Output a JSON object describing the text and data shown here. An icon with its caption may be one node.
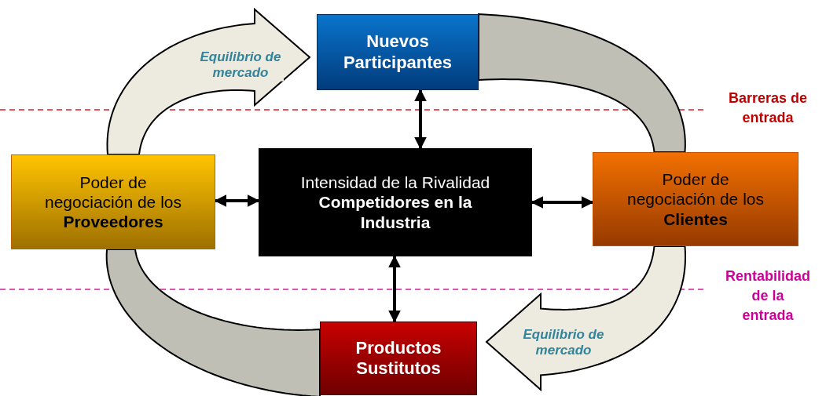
{
  "diagram": {
    "nodes": [
      {
        "text": [
          "Nuevos Participantes"
        ]
      },
      {
        "text": [
          "Poder de negociación de los **Proveedores**"
        ]
      },
      {
        "text": [
          "Intensidad de la Rivalidad",
          "Competidores en la Industria"
        ]
      },
      {
        "text": [
          "Poder de negociación de los **Clientes**"
        ]
      },
      {
        "text": [
          "Productos Sustitutos"
        ]
      }
    ],
    "edges": [
      {
        "from": 1,
        "to": 0,
        "arrow": "to",
        "label": "Equilibrio de mercado",
        "style": "thick",
        "color": "#edebe0"
      },
      {
        "from": 0,
        "to": 3,
        "arrow": "none",
        "style": "thick",
        "color": "#bfbfb6"
      },
      {
        "from": 3,
        "to": 4,
        "arrow": "to",
        "label": "Equilibrio de mercado",
        "style": "thick",
        "color": "#edebe0"
      },
      {
        "from": 4,
        "to": 1,
        "arrow": "none",
        "style": "thick",
        "color": "#bfbfb6"
      },
      {
        "from": 0,
        "to": 2,
        "arrow": "both"
      },
      {
        "from": 1,
        "to": 2,
        "arrow": "both"
      },
      {
        "from": 2,
        "to": 3,
        "arrow": "both"
      },
      {
        "from": 2,
        "to": 4,
        "arrow": "both"
      }
    ],
    "labels": [
      "Barreras de entrada",
      "Rentabilidad de la entrada"
    ]
  }
}
